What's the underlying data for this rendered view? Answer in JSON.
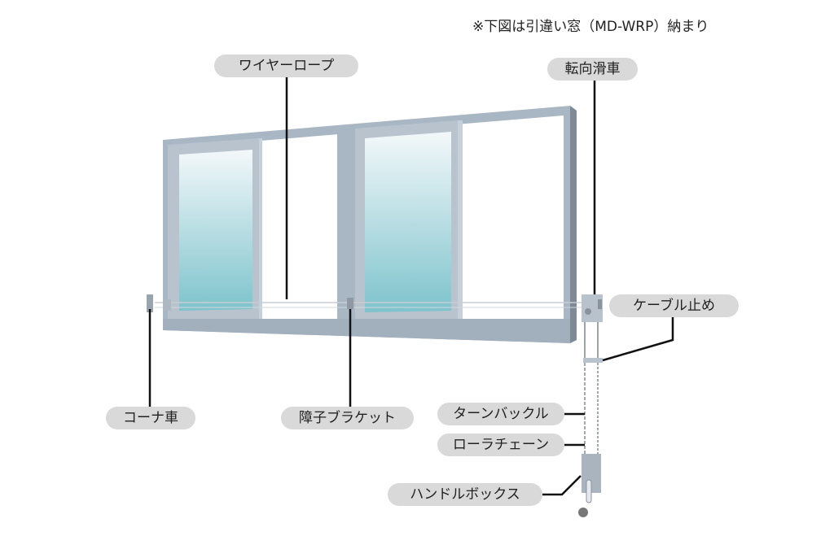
{
  "note": "※下図は引違い窓（MD-WRP）納まり",
  "labels": {
    "wire_rope": "ワイヤーロープ",
    "turning_pulley": "転向滑車",
    "cable_stopper": "ケーブル止め",
    "corner_pulley": "コーナ車",
    "sash_bracket": "障子ブラケット",
    "turnbuckle": "ターンバックル",
    "roller_chain": "ローラチェーン",
    "handle_box": "ハンドルボックス"
  },
  "colors": {
    "frame": "#a9b6c3",
    "glass_top": "#f3f8fa",
    "glass_bottom": "#7ec3cc",
    "label_bg": "#d9d9d9"
  }
}
